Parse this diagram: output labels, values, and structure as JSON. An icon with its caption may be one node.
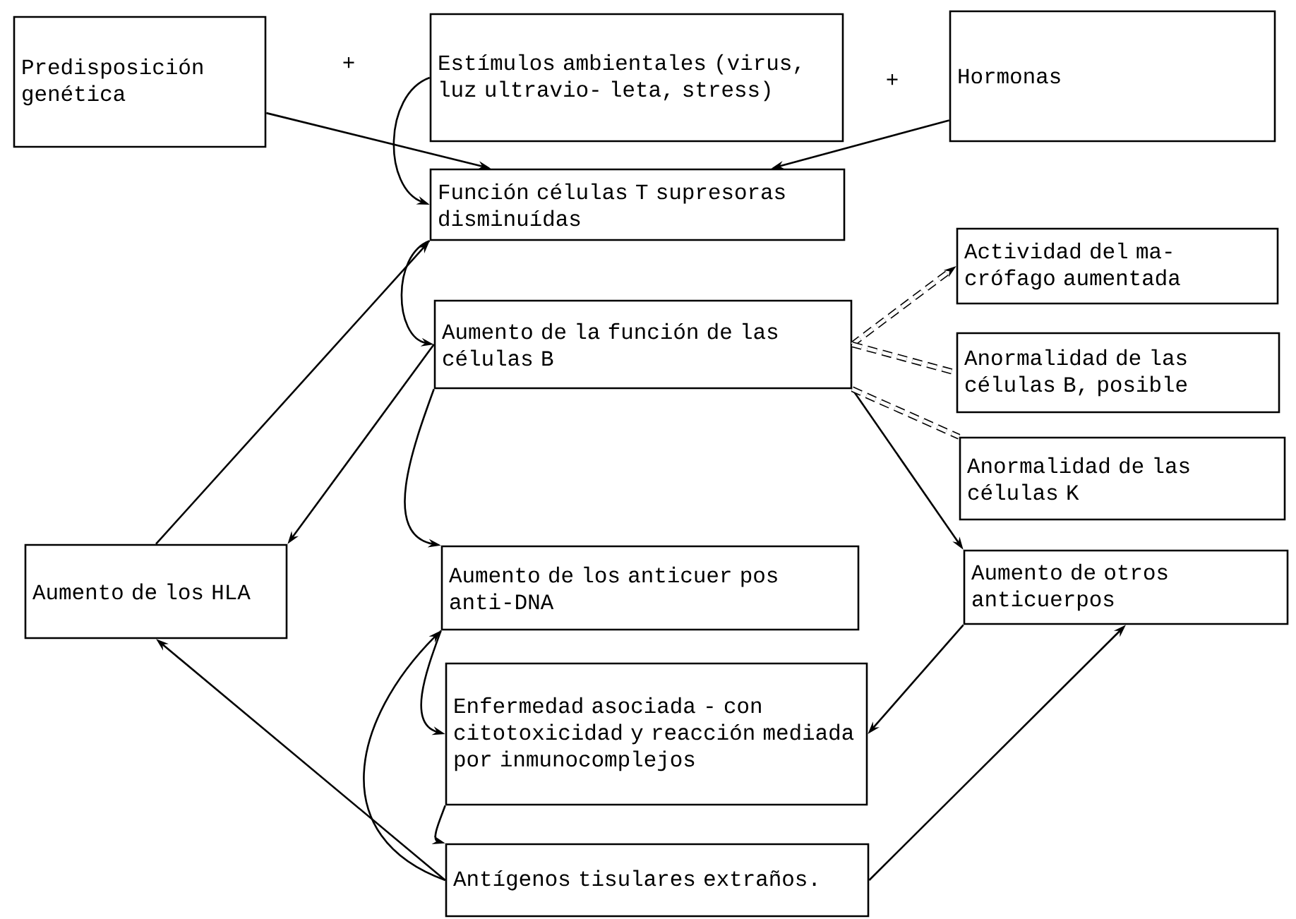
{
  "diagram": {
    "nodes": [
      {
        "text": [
          "Predisposición genética"
        ]
      },
      {
        "text": [
          "Estímulos ambientales (virus, luz ultravio- leta, stress)"
        ]
      },
      {
        "text": [
          "Hormonas"
        ]
      },
      {
        "text": [
          "Función células T supresoras disminuídas"
        ]
      },
      {
        "text": [
          "Aumento de la función de las células B"
        ]
      },
      {
        "text": [
          "Actividad del ma- crófago aumentada"
        ]
      },
      {
        "text": [
          "Anormalidad de las células B, posible"
        ]
      },
      {
        "text": [
          "Anormalidad de las células K"
        ]
      },
      {
        "text": [
          "Aumento de los HLA"
        ]
      },
      {
        "text": [
          "Aumento de los anticuer pos anti-DNA"
        ]
      },
      {
        "text": [
          "Enfermedad asociada - con citotoxicidad y reacción mediada por inmunocomplejos"
        ]
      },
      {
        "text": [
          "Antígenos tisulares extraños."
        ]
      },
      {
        "text": [
          "Aumento de otros anticuerpos"
        ]
      }
    ],
    "edges": [
      {
        "from": 0,
        "to": 3,
        "arrow": "to"
      },
      {
        "from": 1,
        "to": 3,
        "arrow": "to"
      },
      {
        "from": 2,
        "to": 3,
        "arrow": "to"
      },
      {
        "from": 3,
        "to": 4,
        "arrow": "to"
      },
      {
        "from": 4,
        "to": 8,
        "arrow": "to"
      },
      {
        "from": 8,
        "to": 3,
        "arrow": "to"
      },
      {
        "from": 4,
        "to": 9,
        "arrow": "to"
      },
      {
        "from": 4,
        "to": 12,
        "arrow": "to"
      },
      {
        "from": 4,
        "to": 5,
        "arrow": "to",
        "style": "dashed"
      },
      {
        "from": 4,
        "to": 6,
        "arrow": "none",
        "style": "dashed"
      },
      {
        "from": 4,
        "to": 7,
        "arrow": "none",
        "style": "dashed"
      },
      {
        "from": 9,
        "to": 10,
        "arrow": "to"
      },
      {
        "from": 10,
        "to": 11,
        "arrow": "to"
      },
      {
        "from": 11,
        "to": 9,
        "arrow": "to"
      },
      {
        "from": 11,
        "to": 8,
        "arrow": "to"
      },
      {
        "from": 12,
        "to": 10,
        "arrow": "to"
      },
      {
        "from": 11,
        "to": 12,
        "arrow": "to"
      }
    ],
    "labels": [
      "+",
      "+"
    ]
  }
}
